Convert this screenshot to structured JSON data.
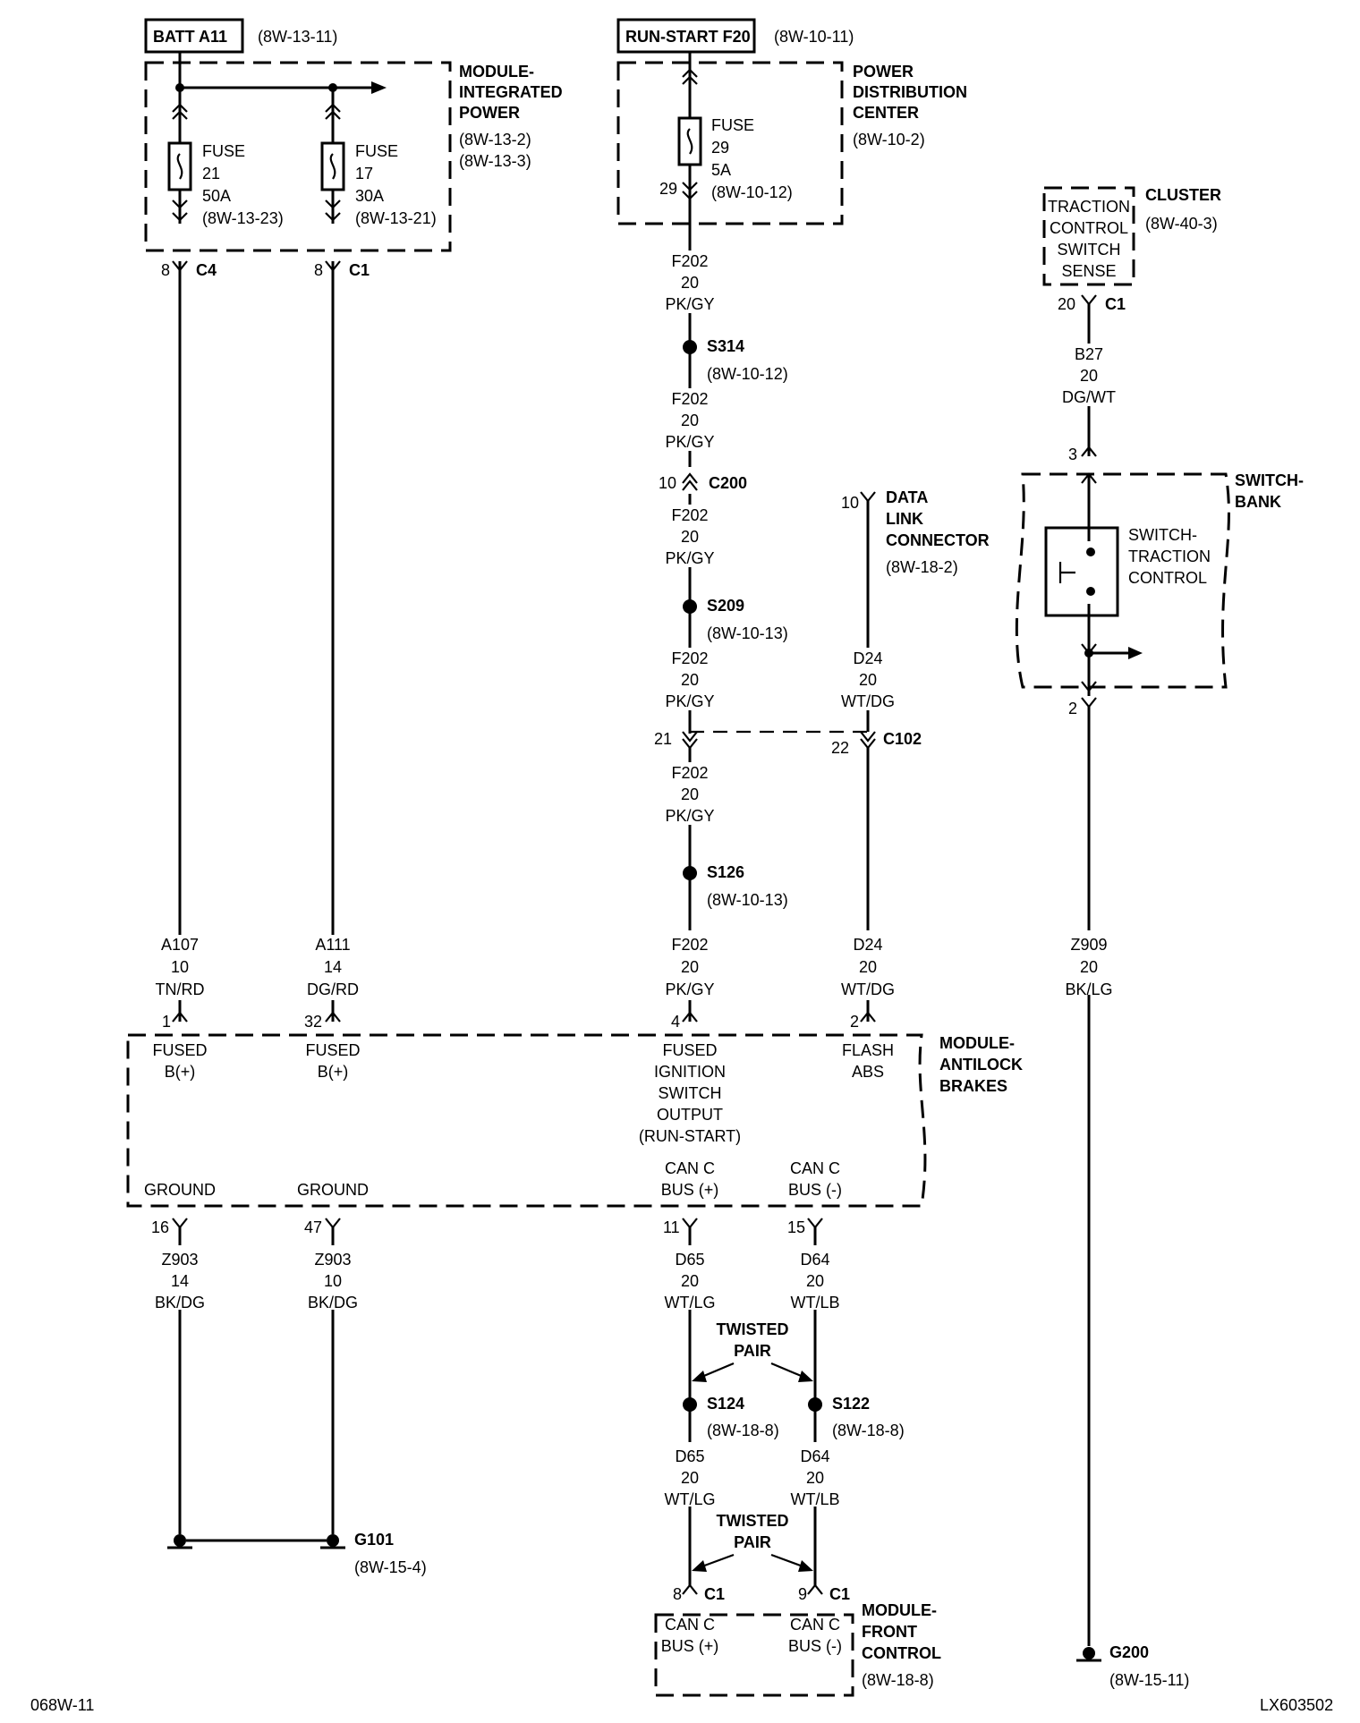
{
  "batt": {
    "label": "BATT A11",
    "ref": "(8W-13-11)"
  },
  "runstart": {
    "label": "RUN-START F20",
    "ref": "(8W-10-11)"
  },
  "mip": {
    "l1": "MODULE-",
    "l2": "INTEGRATED",
    "l3": "POWER",
    "r1": "(8W-13-2)",
    "r2": "(8W-13-3)"
  },
  "fuse21": {
    "l1": "FUSE",
    "l2": "21",
    "l3": "50A",
    "l4": "(8W-13-23)"
  },
  "fuse17": {
    "l1": "FUSE",
    "l2": "17",
    "l3": "30A",
    "l4": "(8W-13-21)"
  },
  "pdc": {
    "l1": "POWER",
    "l2": "DISTRIBUTION",
    "l3": "CENTER",
    "r1": "(8W-10-2)"
  },
  "fuse29": {
    "l1": "FUSE",
    "l2": "29",
    "l3": "5A",
    "l4": "(8W-10-12)",
    "pin": "29"
  },
  "c4": {
    "pin": "8",
    "name": "C4"
  },
  "c1a": {
    "pin": "8",
    "name": "C1"
  },
  "f202": {
    "a": "F202",
    "b": "20",
    "c": "PK/GY"
  },
  "s314": {
    "name": "S314",
    "ref": "(8W-10-12)"
  },
  "c200": {
    "pin": "10",
    "name": "C200"
  },
  "s209": {
    "name": "S209",
    "ref": "(8W-10-13)"
  },
  "c102": {
    "pin1": "21",
    "pin2": "22",
    "name": "C102"
  },
  "s126": {
    "name": "S126",
    "ref": "(8W-10-13)"
  },
  "dlc": {
    "pin": "10",
    "l1": "DATA",
    "l2": "LINK",
    "l3": "CONNECTOR",
    "r1": "(8W-18-2)"
  },
  "d24": {
    "a": "D24",
    "b": "20",
    "c": "WT/DG"
  },
  "cluster": {
    "box1": "TRACTION",
    "box2": "CONTROL",
    "box3": "SWITCH",
    "box4": "SENSE",
    "name": "CLUSTER",
    "ref": "(8W-40-3)",
    "pin": "20",
    "conn": "C1"
  },
  "b27": {
    "a": "B27",
    "b": "20",
    "c": "DG/WT"
  },
  "swbank": {
    "pin3": "3",
    "l1": "SWITCH-",
    "l2": "BANK",
    "s1": "SWITCH-",
    "s2": "TRACTION",
    "s3": "CONTROL",
    "pin2": "2"
  },
  "z909": {
    "a": "Z909",
    "b": "20",
    "c": "BK/LG"
  },
  "a107": {
    "a": "A107",
    "b": "10",
    "c": "TN/RD"
  },
  "a111": {
    "a": "A111",
    "b": "14",
    "c": "DG/RD"
  },
  "abs": {
    "pin1": "1",
    "pin32": "32",
    "pin4": "4",
    "pin2": "2",
    "fused1a": "FUSED",
    "fused1b": "B(+)",
    "fused2a": "FUSED",
    "fused2b": "B(+)",
    "ign1": "FUSED",
    "ign2": "IGNITION",
    "ign3": "SWITCH",
    "ign4": "OUTPUT",
    "ign5": "(RUN-START)",
    "flash1": "FLASH",
    "flash2": "ABS",
    "l1": "MODULE-",
    "l2": "ANTILOCK",
    "l3": "BRAKES",
    "gnd1": "GROUND",
    "gnd2": "GROUND",
    "canp1": "CAN C",
    "canp2": "BUS (+)",
    "canm1": "CAN C",
    "canm2": "BUS (-)",
    "pin16": "16",
    "pin47": "47",
    "pin11": "11",
    "pin15": "15"
  },
  "z903a": {
    "a": "Z903",
    "b": "14",
    "c": "BK/DG"
  },
  "z903b": {
    "a": "Z903",
    "b": "10",
    "c": "BK/DG"
  },
  "d65": {
    "a": "D65",
    "b": "20",
    "c": "WT/LG"
  },
  "d64": {
    "a": "D64",
    "b": "20",
    "c": "WT/LB"
  },
  "twisted": {
    "l1": "TWISTED",
    "l2": "PAIR"
  },
  "s124": {
    "name": "S124",
    "ref": "(8W-18-8)"
  },
  "s122": {
    "name": "S122",
    "ref": "(8W-18-8)"
  },
  "g101": {
    "name": "G101",
    "ref": "(8W-15-4)"
  },
  "fcm": {
    "pin8": "8",
    "c1": "C1",
    "pin9": "9",
    "c1b": "C1",
    "cp1": "CAN C",
    "cp2": "BUS (+)",
    "cm1": "CAN C",
    "cm2": "BUS (-)",
    "l1": "MODULE-",
    "l2": "FRONT",
    "l3": "CONTROL",
    "r1": "(8W-18-8)"
  },
  "g200": {
    "name": "G200",
    "ref": "(8W-15-11)"
  },
  "footer": {
    "left": "068W-11",
    "right": "LX603502"
  }
}
